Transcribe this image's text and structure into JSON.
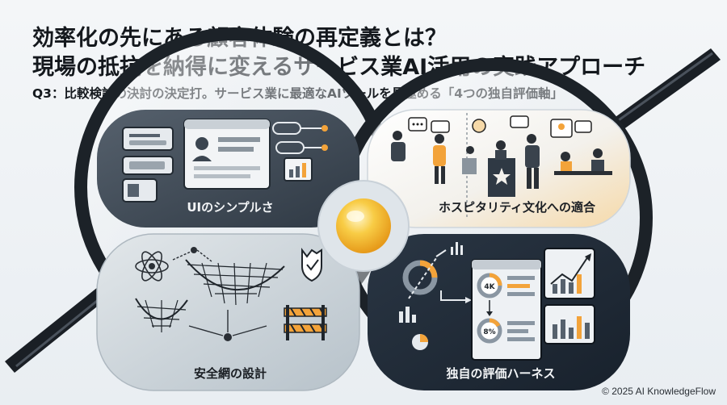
{
  "title_line1": "効率化の先にある顧客体験の再定義とは？",
  "title_line2": "現場の抵抗を納得に変えるサービス業AI活用の実践アプローチ",
  "subtitle": "Q3：比較検討の決討の決定打。サービス業に最適なAIツールを見極める「4つの独自評価軸」",
  "panels": {
    "top_left": {
      "label": "UIのシンプルさ",
      "icon": "ui-mockup-icon"
    },
    "top_right": {
      "label": "ホスピタリティ文化への適合",
      "icon": "hospitality-people-icon"
    },
    "bottom_left": {
      "label": "安全網の設計",
      "icon": "safety-net-icon"
    },
    "bottom_right": {
      "label": "独自の評価ハーネス",
      "icon": "evaluation-dashboard-icon"
    }
  },
  "dashboard": {
    "donut_top": "4K",
    "donut_bottom": "8%"
  },
  "copyright": "© 2025 AI KnowledgeFlow",
  "colors": {
    "dark_panel": "#3c4652",
    "navy_panel": "#1f2a36",
    "light_panel": "#d7dde2",
    "orb": "#f7c23a",
    "accent_orange": "#f3a33a"
  }
}
